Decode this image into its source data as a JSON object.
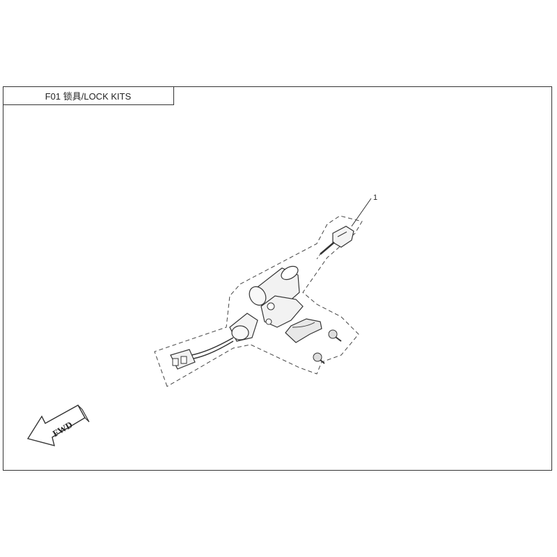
{
  "header": {
    "title": "F01 锁具/LOCK KITS"
  },
  "callouts": [
    {
      "number": "1"
    }
  ],
  "direction_arrow": {
    "label": "FWD"
  },
  "colors": {
    "line": "#333333",
    "dashed": "#444444",
    "background": "#ffffff"
  }
}
